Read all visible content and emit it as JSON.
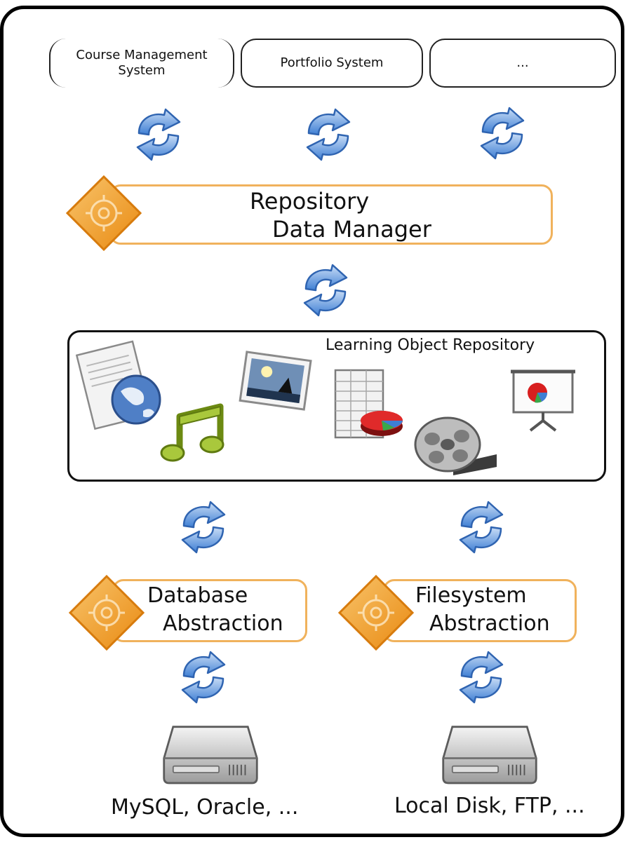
{
  "systems": {
    "course_management": "Course Management\nSystem",
    "portfolio": "Portfolio System",
    "other": "..."
  },
  "repository_data_manager": {
    "line1": "Repository",
    "line2": "Data Manager"
  },
  "learning_object_repository": {
    "title": "Learning Object Repository"
  },
  "database_abstraction": {
    "line1": "Database",
    "line2": "Abstraction"
  },
  "filesystem_abstraction": {
    "line1": "Filesystem",
    "line2": "Abstraction"
  },
  "storage": {
    "database_backends": "MySQL, Oracle, ...",
    "filesystem_backends": "Local Disk, FTP, ..."
  },
  "colors": {
    "accent_orange": "#f0a53c",
    "sync_blue": "#4a86d6",
    "frame": "#000000"
  }
}
